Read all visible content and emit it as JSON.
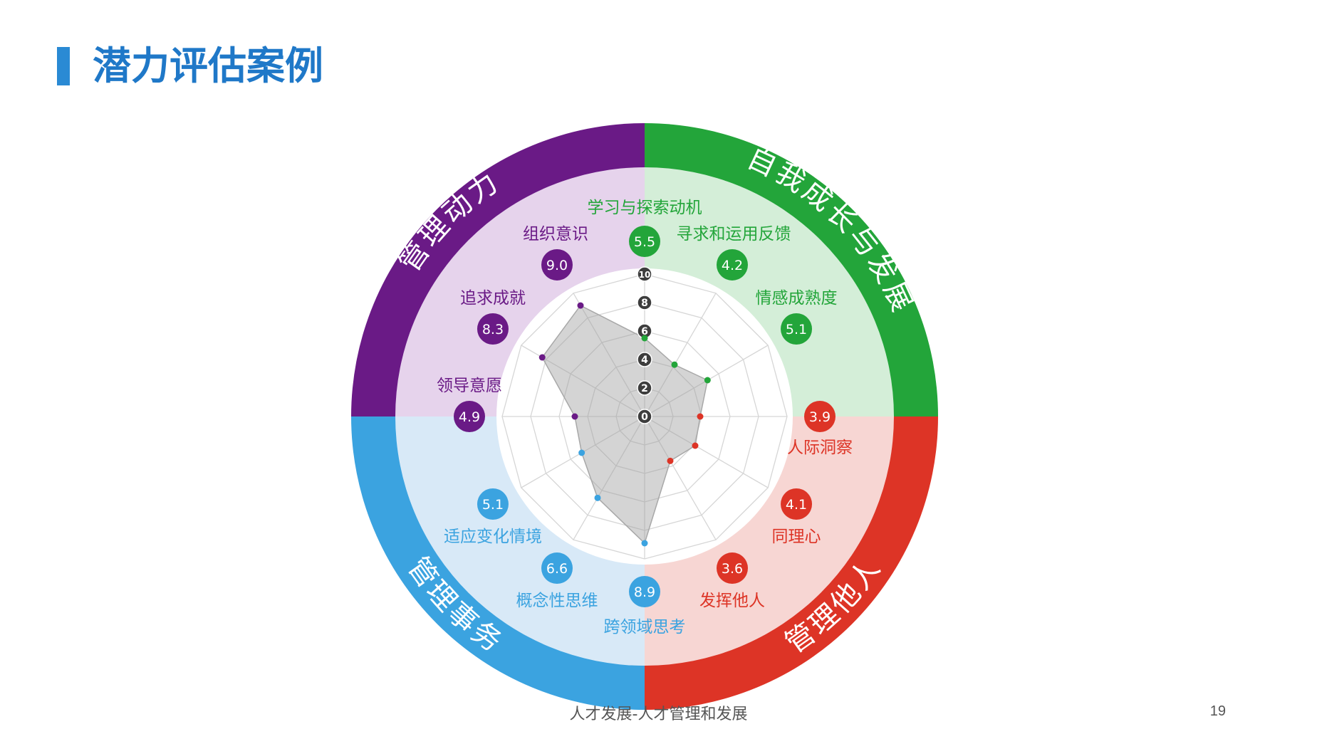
{
  "page": {
    "title": "潜力评估案例",
    "footer": "人才发展-人才管理和发展",
    "page_number": "19"
  },
  "chart_data": {
    "type": "radar",
    "r_range": [
      0,
      10
    ],
    "r_ticks": [
      "0",
      "2",
      "4",
      "6",
      "8",
      "10"
    ],
    "groups": [
      {
        "name": "自我成长与发展",
        "color": "#23a53a",
        "light": "#d4eed8",
        "items": [
          {
            "label": "学习与探索动机",
            "value": 5.5
          },
          {
            "label": "寻求和运用反馈",
            "value": 4.2
          },
          {
            "label": "情感成熟度",
            "value": 5.1
          }
        ]
      },
      {
        "name": "管理他人",
        "color": "#dd3426",
        "light": "#f7d6d3",
        "items": [
          {
            "label": "人际洞察",
            "value": 3.9
          },
          {
            "label": "同理心",
            "value": 4.1
          },
          {
            "label": "发挥他人",
            "value": 3.6
          }
        ]
      },
      {
        "name": "管理事务",
        "color": "#3ba3e0",
        "light": "#d8e9f7",
        "items": [
          {
            "label": "跨领域思考",
            "value": 8.9
          },
          {
            "label": "概念性思维",
            "value": 6.6
          },
          {
            "label": "适应变化情境",
            "value": 5.1
          }
        ]
      },
      {
        "name": "管理动力",
        "color": "#6a1a86",
        "light": "#e6d3ec",
        "items": [
          {
            "label": "领导意愿",
            "value": 4.9
          },
          {
            "label": "追求成就",
            "value": 8.3
          },
          {
            "label": "组织意识",
            "value": 9.0
          }
        ]
      }
    ]
  }
}
